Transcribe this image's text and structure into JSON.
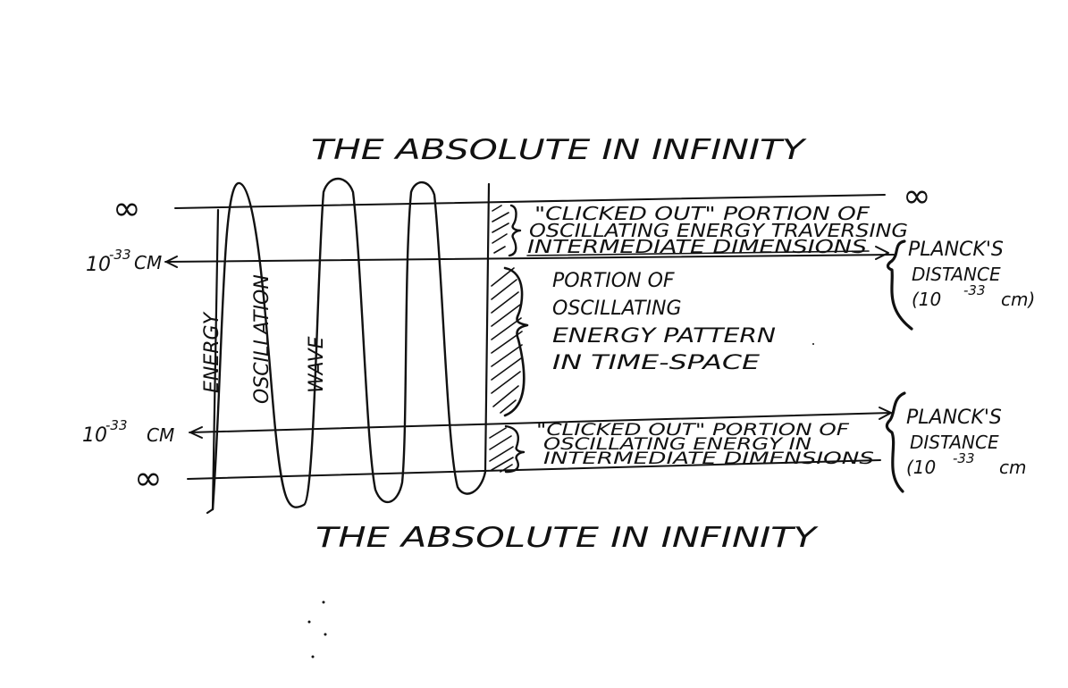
{
  "title_top": "THE ABSOLUTE IN INFINITY",
  "title_bottom": "THE ABSOLUTE IN INFINITY",
  "left_labels": {
    "inf_top": "∞",
    "planck_top": "10",
    "planck_top_exp": "-33",
    "planck_top_unit": "CM",
    "planck_bottom": "10",
    "planck_bottom_exp": "-33",
    "planck_bottom_unit": "CM",
    "inf_bottom": "∞"
  },
  "right_labels": {
    "inf_top": "∞",
    "planck_top_1": "PLANCK'S",
    "planck_top_2": "DISTANCE",
    "planck_top_3": "(10",
    "planck_top_3_exp": "-33",
    "planck_top_3_unit": "cm)",
    "planck_bottom_1": "PLANCK'S",
    "planck_bottom_2": "DISTANCE",
    "planck_bottom_3": "(10",
    "planck_bottom_3_exp": "-33",
    "planck_bottom_3_unit": "cm"
  },
  "wave_labels": [
    "ENERGY",
    "OSCILLATION",
    "WAVE"
  ],
  "annotations": {
    "top_1": "\"CLICKED OUT\" PORTION OF",
    "top_2": "OSCILLATING ENERGY TRAVERSING",
    "top_3": "INTERMEDIATE DIMENSIONS",
    "mid_1": "PORTION OF",
    "mid_2": "OSCILLATING",
    "mid_3": "ENERGY PATTERN",
    "mid_4": "IN TIME-SPACE",
    "bot_1": "\"CLICKED OUT\" PORTION OF",
    "bot_2": "OSCILLATING ENERGY IN",
    "bot_3": "INTERMEDIATE DIMENSIONS"
  }
}
